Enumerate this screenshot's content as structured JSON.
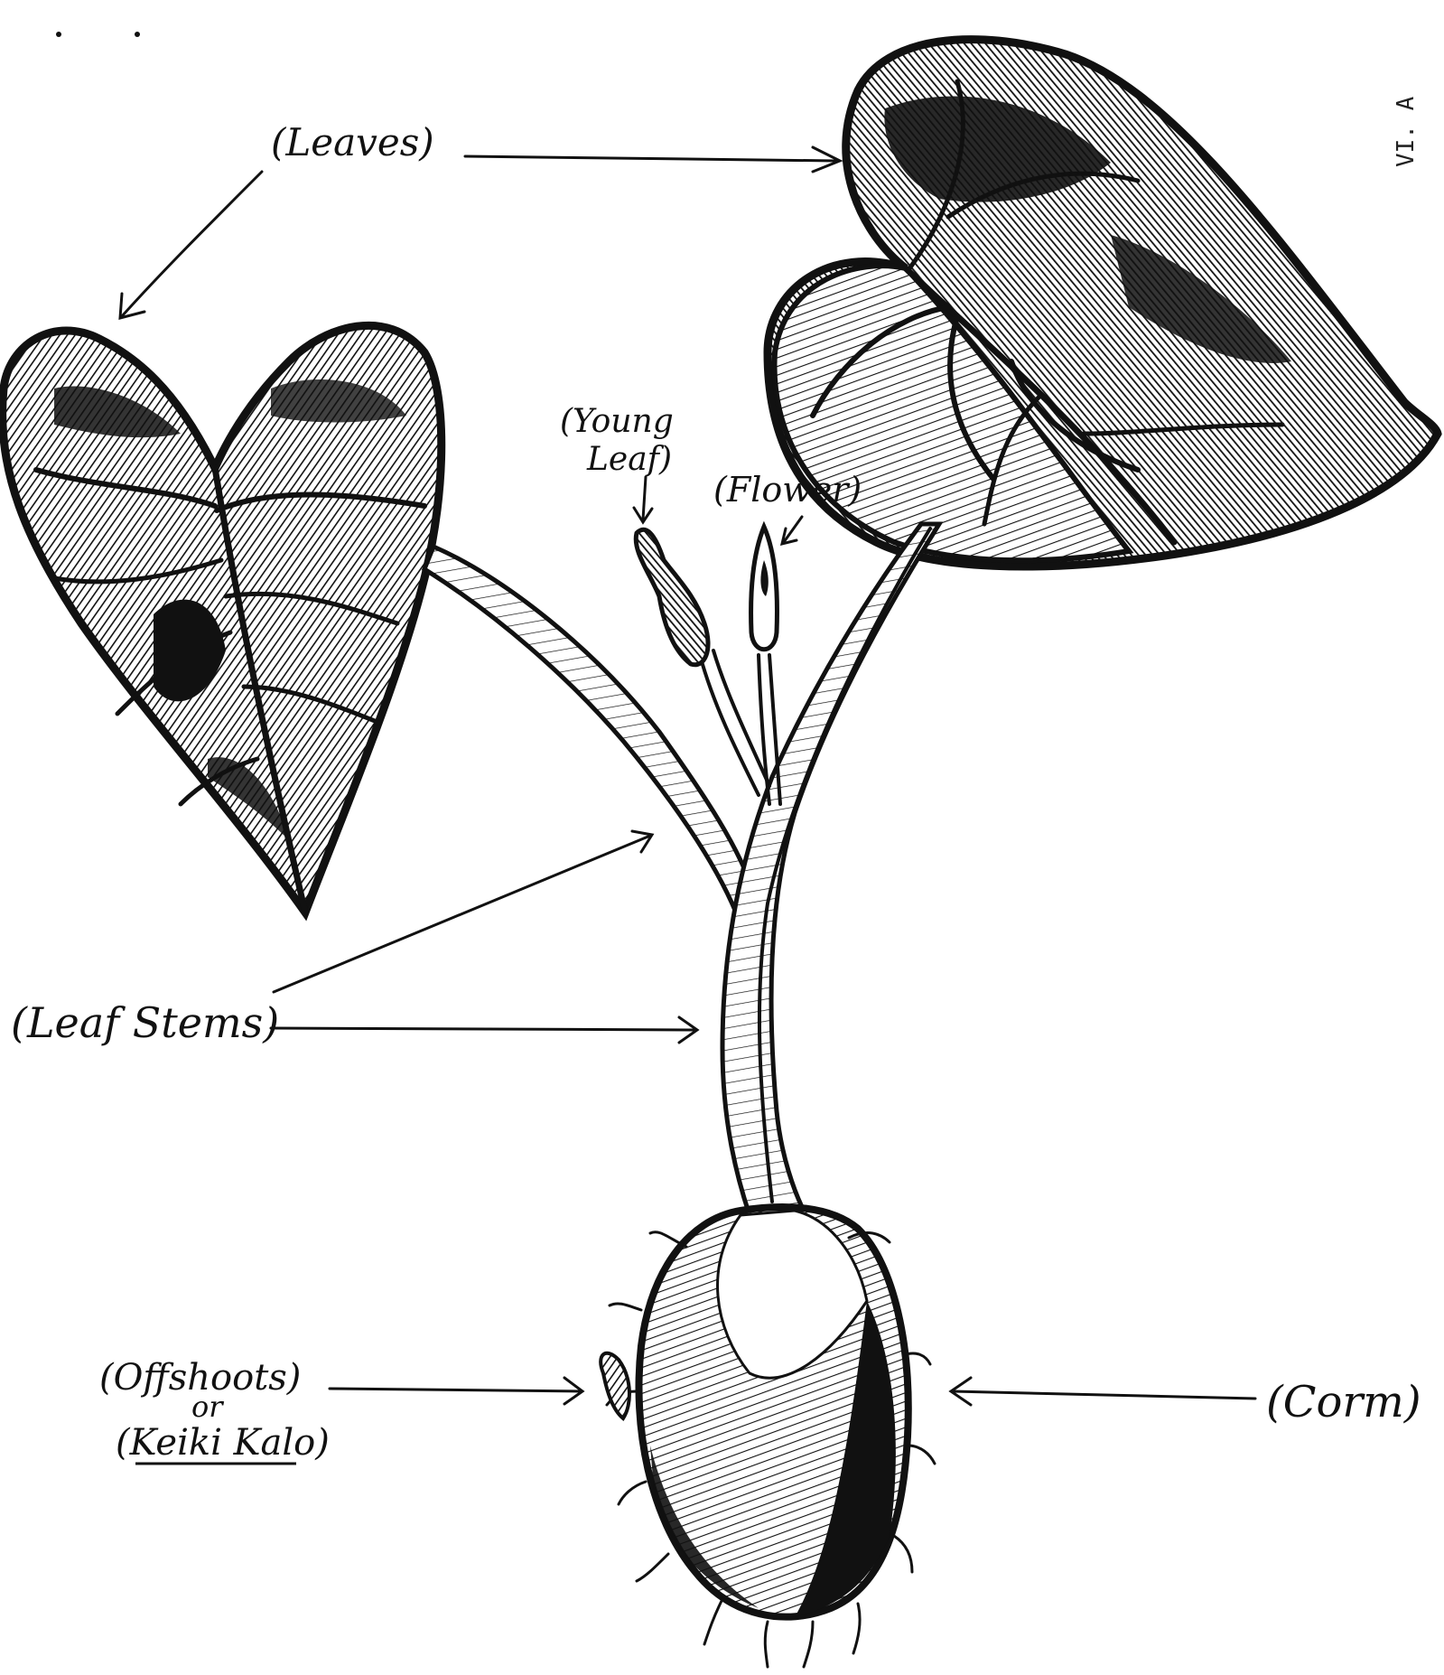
{
  "plate_id": "VI. A",
  "labels": {
    "leaves": "(Leaves)",
    "young_leaf_line1": "(Young",
    "young_leaf_line2": "Leaf)",
    "flower": "(Flower)",
    "leaf_stems": "(Leaf Stems)",
    "offshoots": "(Offshoots)",
    "or": "or",
    "keiki_kalo": "(Keiki Kalo)",
    "corm": "(Corm)"
  },
  "colors": {
    "ink": "#111111",
    "paper": "#ffffff"
  }
}
